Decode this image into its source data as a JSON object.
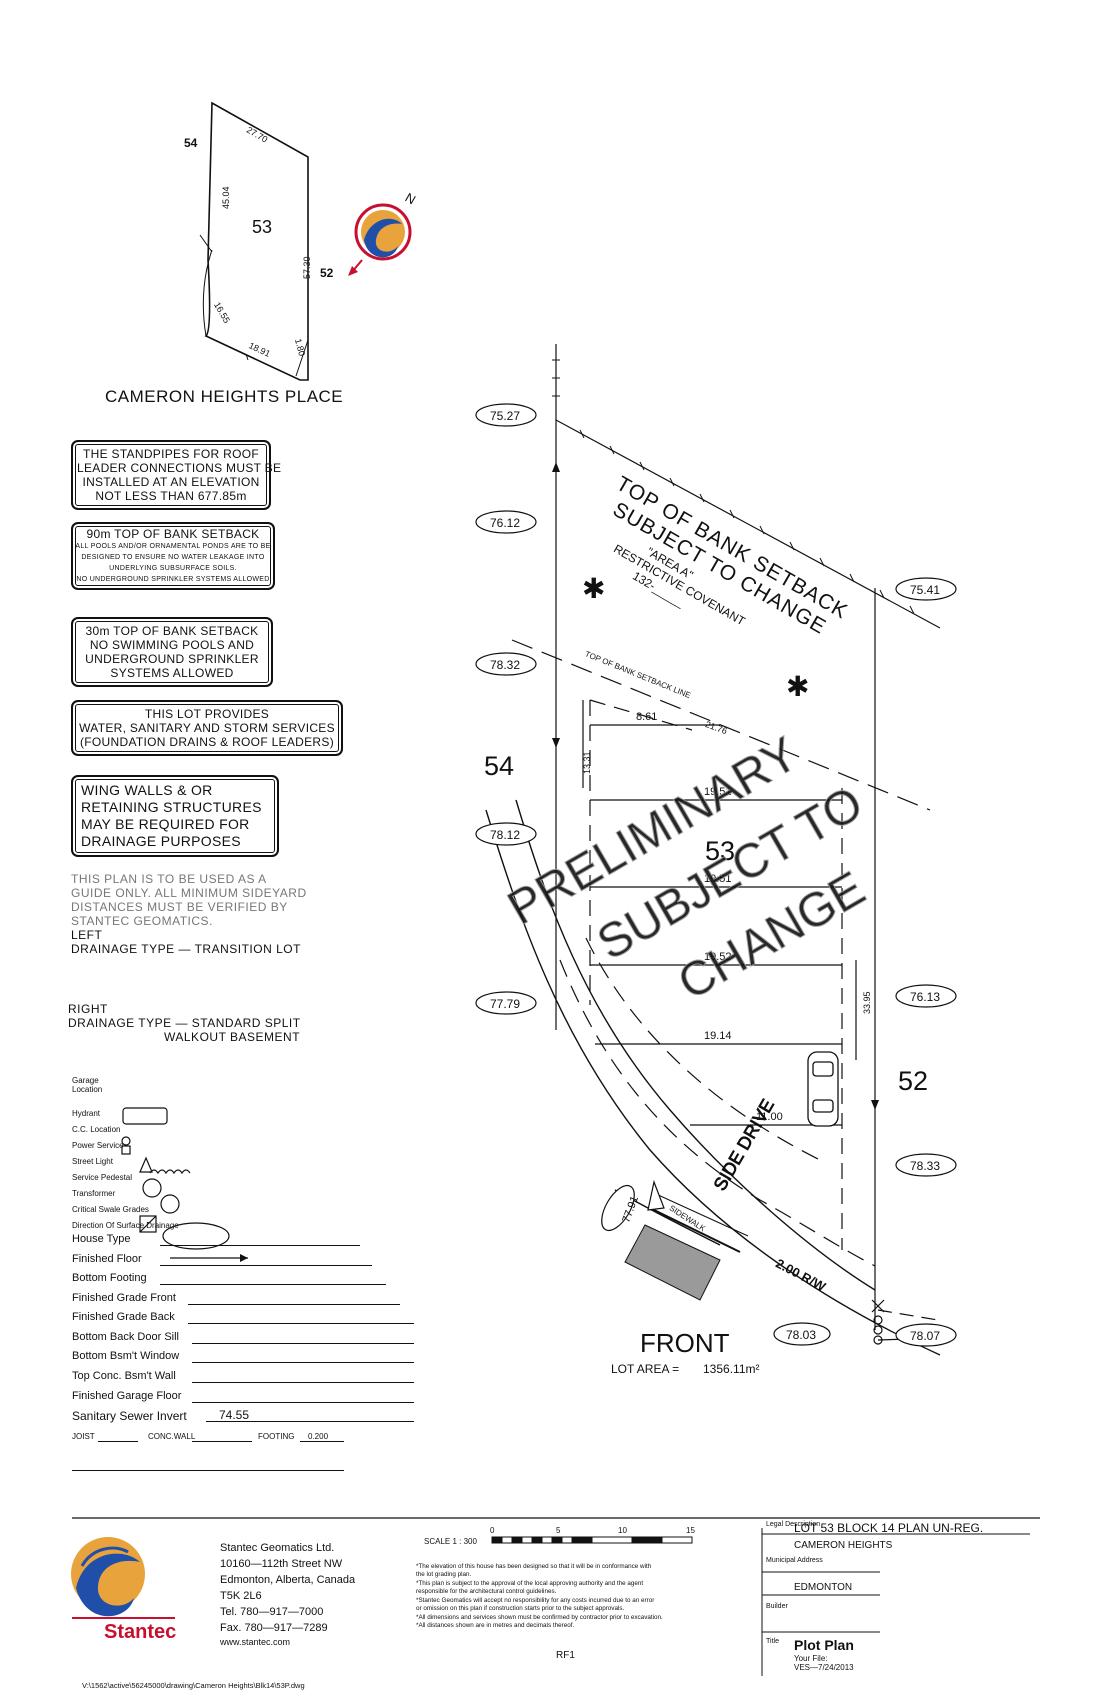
{
  "key_map": {
    "lot_number": "53",
    "left_lot": "54",
    "right_lot": "52",
    "top_line": "27.70",
    "left_line": "45.04",
    "right_line": "57.30",
    "arc_line": "16.55",
    "front_line": "18.91",
    "corner_line": "1.80",
    "street_name": "CAMERON HEIGHTS PLACE"
  },
  "notes": [
    {
      "lines": [
        "THE STANDPIPES FOR ROOF",
        "LEADER CONNECTIONS MUST BE",
        "INSTALLED AT AN ELEVATION",
        "NOT LESS THAN 677.85m"
      ]
    },
    {
      "title": "90m TOP OF BANK SETBACK",
      "lines": [
        "ALL POOLS AND/OR ORNAMENTAL PONDS ARE TO BE",
        "DESIGNED TO ENSURE NO WATER LEAKAGE INTO",
        "UNDERLYING SUBSURFACE SOILS.",
        "NO UNDERGROUND SPRINKLER SYSTEMS ALLOWED"
      ]
    },
    {
      "lines": [
        "30m TOP OF BANK SETBACK",
        "NO SWIMMING POOLS AND",
        "UNDERGROUND SPRINKLER",
        "SYSTEMS ALLOWED"
      ]
    },
    {
      "lines": [
        "THIS LOT PROVIDES",
        "WATER, SANITARY AND STORM SERVICES",
        "(FOUNDATION DRAINS & ROOF LEADERS)"
      ]
    },
    {
      "lines": [
        "WING WALLS & OR",
        "RETAINING STRUCTURES",
        "MAY BE REQUIRED FOR",
        "DRAINAGE PURPOSES"
      ]
    }
  ],
  "guide_text": [
    "THIS PLAN IS TO BE USED AS A",
    "GUIDE ONLY. ALL MINIMUM SIDEYARD",
    "DISTANCES MUST BE VERIFIED BY",
    "STANTEC GEOMATICS."
  ],
  "drainage": {
    "left_label": "LEFT",
    "left_type": "DRAINAGE TYPE — TRANSITION LOT",
    "right_label": "RIGHT",
    "right_type": "DRAINAGE TYPE — STANDARD SPLIT",
    "right_type2": "WALKOUT BASEMENT"
  },
  "legend": [
    {
      "label": "Garage",
      "label2": "Location",
      "icon": "car-icon"
    },
    {
      "label": "Hydrant",
      "icon": "hydrant-icon"
    },
    {
      "label": "C.C. Location",
      "icon": "triangle-icon"
    },
    {
      "label": "Power Service",
      "icon": "power-icon"
    },
    {
      "label": "Street Light",
      "icon": "light-icon"
    },
    {
      "label": "Service Pedestal",
      "icon": "pedestal-icon"
    },
    {
      "label": "Transformer",
      "icon": "transformer-icon"
    },
    {
      "label": "Critical Swale Grades",
      "icon": "ellipse-icon"
    },
    {
      "label": "Direction Of Surface Drainage",
      "icon": "arrow-icon"
    }
  ],
  "fields": [
    {
      "label": "House Type",
      "value": ""
    },
    {
      "label": "Finished Floor",
      "value": ""
    },
    {
      "label": "Bottom Footing",
      "value": ""
    },
    {
      "label": "Finished Grade Front",
      "value": ""
    },
    {
      "label": "Finished Grade Back",
      "value": ""
    },
    {
      "label": "Bottom Back Door Sill",
      "value": ""
    },
    {
      "label": "Bottom Bsm't Window",
      "value": ""
    },
    {
      "label": "Top Conc. Bsm't Wall",
      "value": ""
    },
    {
      "label": "Finished Garage Floor",
      "value": ""
    },
    {
      "label": "Sanitary Sewer Invert",
      "value": "74.55"
    }
  ],
  "footer_fields": {
    "joist": "JOIST",
    "conc_wall": "CONC.WALL",
    "footing": "FOOTING",
    "footing_value": "0.200"
  },
  "plan": {
    "elevations": [
      "75.27",
      "76.12",
      "78.32",
      "78.12",
      "77.79",
      "75.41",
      "76.13",
      "78.33",
      "78.07",
      "78.03",
      "77.91"
    ],
    "setback_title_1": "TOP OF BANK SETBACK",
    "setback_title_2": "SUBJECT TO CHANGE",
    "area": "\"AREA A\"",
    "covenant": "RESTRICTIVE COVENANT",
    "covenant_no": "132-_____",
    "setback_line": "TOP OF BANK SETBACK LINE",
    "dims": [
      "8.61",
      "21.76",
      "13.31",
      "19.51",
      "19.51",
      "19.52",
      "19.14",
      "33.95",
      "11.00"
    ],
    "lot_left": "54",
    "lot_center": "53",
    "lot_right": "52",
    "watermark": [
      "PRELIMINARY",
      "SUBJECT TO",
      "CHANGE"
    ],
    "side_drive": "SIDE DRIVE",
    "sidewalk": "SIDEWALK",
    "row": "2.00 R/W",
    "front": "FRONT",
    "lot_area_label": "LOT AREA =",
    "lot_area_value": "1356.11m²"
  },
  "company": {
    "name": "Stantec Geomatics Ltd.",
    "addr1": "10160—112th Street NW",
    "addr2": "Edmonton, Alberta, Canada",
    "addr3": "T5K 2L6",
    "tel": "Tel.   780—917—7000",
    "fax": "Fax.   780—917—7289",
    "web": "www.stantec.com",
    "brand": "Stantec"
  },
  "scale": {
    "label": "SCALE 1 : 300",
    "ticks": [
      "0",
      "5",
      "10",
      "15"
    ]
  },
  "disclaimers": [
    "*The elevation of this house has been designed so that it will be in conformance with",
    "the lot grading plan.",
    "*This plan is subject to the approval of the local approving authority and the agent",
    "responsible for the architectural control guidelines.",
    "*Stantec Geomatics will accept no responsibility for any costs incurred due to an error",
    "or omission on this plan if construction starts prior to the subject approvals.",
    "*All dimensions and services shown must be confirmed by contractor prior to excavation.",
    "*All distances shown are in metres and decimals thereof."
  ],
  "rf": "RF1",
  "title_block": {
    "legal_label": "Legal Description",
    "legal_value": "LOT 53  BLOCK  14  PLAN  UN-REG.",
    "legal_value2": "CAMERON  HEIGHTS",
    "municipal_label": "Municipal Address",
    "municipal_value": "EDMONTON",
    "builder_label": "Builder",
    "title_label": "Title",
    "title_value": "Plot Plan",
    "file_label": "Your File:",
    "file_value": "VES—7/24/2013"
  },
  "path": "V:\\1562\\active\\56245000\\drawing\\Cameron Heights\\Blk14\\53P.dwg",
  "colors": {
    "logo_orange": "#e8a33c",
    "logo_blue": "#1f4fa8",
    "brand_red": "#c8102e"
  }
}
